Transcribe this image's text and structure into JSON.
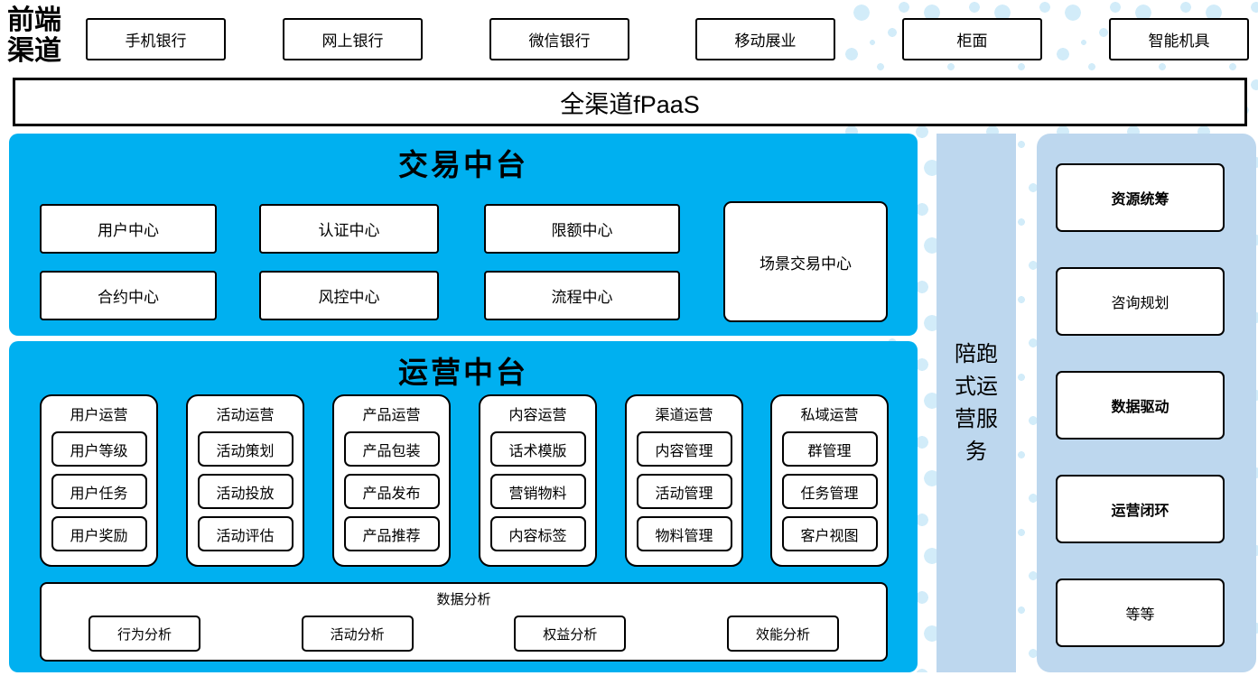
{
  "colors": {
    "primary_blue": "#00B0F0",
    "light_blue": "#BDD7EE",
    "dot_blue": "#D2ECF9",
    "border": "#000000"
  },
  "front_channels": {
    "label": "前端渠道",
    "items": [
      "手机银行",
      "网上银行",
      "微信银行",
      "移动展业",
      "柜面",
      "智能机具"
    ]
  },
  "fpaas_bar": {
    "label": "全渠道fPaaS"
  },
  "transaction_platform": {
    "title": "交易中台",
    "centers": [
      "用户中心",
      "认证中心",
      "限额中心",
      "合约中心",
      "风控中心",
      "流程中心"
    ],
    "scenario_center": "场景交易中心"
  },
  "operation_platform": {
    "title": "运营中台",
    "columns": [
      {
        "header": "用户运营",
        "items": [
          "用户等级",
          "用户任务",
          "用户奖励"
        ]
      },
      {
        "header": "活动运营",
        "items": [
          "活动策划",
          "活动投放",
          "活动评估"
        ]
      },
      {
        "header": "产品运营",
        "items": [
          "产品包装",
          "产品发布",
          "产品推荐"
        ]
      },
      {
        "header": "内容运营",
        "items": [
          "话术模版",
          "营销物料",
          "内容标签"
        ]
      },
      {
        "header": "渠道运营",
        "items": [
          "内容管理",
          "活动管理",
          "物料管理"
        ]
      },
      {
        "header": "私域运营",
        "items": [
          "群管理",
          "任务管理",
          "客户视图"
        ]
      }
    ],
    "data_analysis": {
      "title": "数据分析",
      "items": [
        "行为分析",
        "活动分析",
        "权益分析",
        "效能分析"
      ]
    }
  },
  "side_service_bar": {
    "label": "陪跑式运营服务"
  },
  "service_panel": {
    "items": [
      "资源统筹",
      "咨询规划",
      "数据驱动",
      "运营闭环",
      "等等"
    ]
  }
}
